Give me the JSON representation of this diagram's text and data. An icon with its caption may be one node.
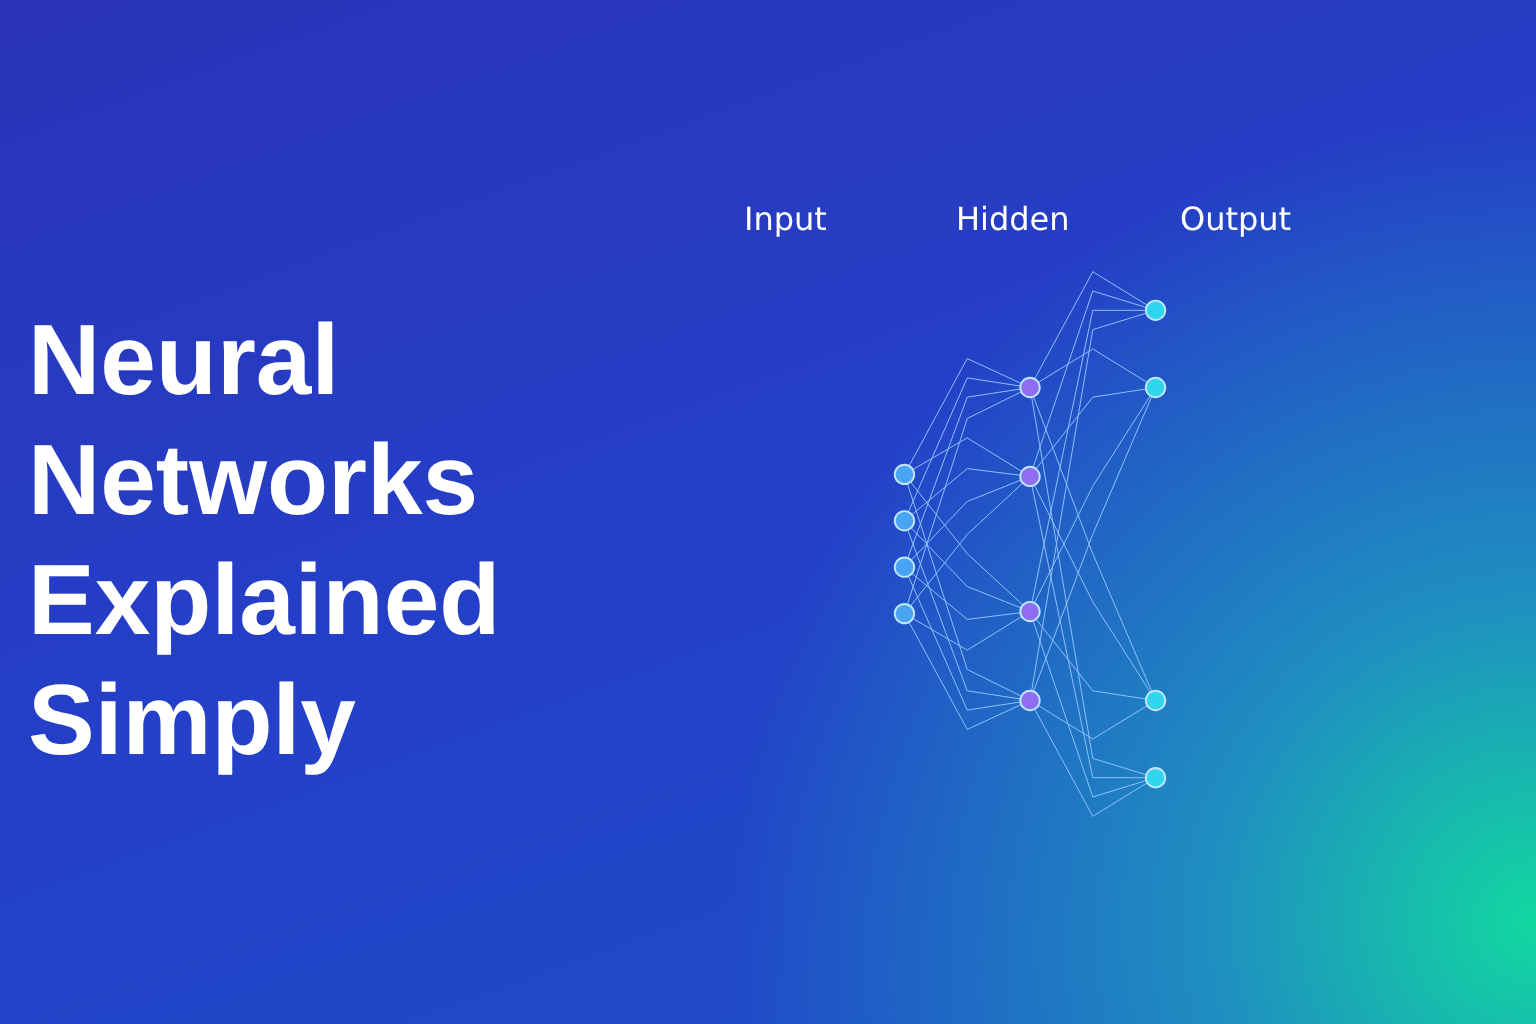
{
  "diagram": {
    "title": "Neural Networks Explained Simply",
    "nodes": [
      {
        "text": [],
        "shape": "circle"
      },
      {
        "text": [],
        "shape": "circle"
      },
      {
        "text": [],
        "shape": "circle"
      },
      {
        "text": [],
        "shape": "circle"
      },
      {
        "text": [],
        "shape": "circle"
      },
      {
        "text": [],
        "shape": "circle"
      },
      {
        "text": [],
        "shape": "circle"
      },
      {
        "text": [],
        "shape": "circle"
      },
      {
        "text": [],
        "shape": "circle"
      },
      {
        "text": [],
        "shape": "circle"
      },
      {
        "text": [],
        "shape": "circle"
      },
      {
        "text": [],
        "shape": "circle"
      }
    ],
    "edges": [
      {
        "from": 0,
        "to": 4,
        "arrow": "none"
      },
      {
        "from": 0,
        "to": 5,
        "arrow": "none"
      },
      {
        "from": 0,
        "to": 6,
        "arrow": "none"
      },
      {
        "from": 0,
        "to": 7,
        "arrow": "none"
      },
      {
        "from": 1,
        "to": 4,
        "arrow": "none"
      },
      {
        "from": 1,
        "to": 5,
        "arrow": "none"
      },
      {
        "from": 1,
        "to": 6,
        "arrow": "none"
      },
      {
        "from": 1,
        "to": 7,
        "arrow": "none"
      },
      {
        "from": 2,
        "to": 4,
        "arrow": "none"
      },
      {
        "from": 2,
        "to": 5,
        "arrow": "none"
      },
      {
        "from": 2,
        "to": 6,
        "arrow": "none"
      },
      {
        "from": 2,
        "to": 7,
        "arrow": "none"
      },
      {
        "from": 3,
        "to": 4,
        "arrow": "none"
      },
      {
        "from": 3,
        "to": 5,
        "arrow": "none"
      },
      {
        "from": 3,
        "to": 6,
        "arrow": "none"
      },
      {
        "from": 3,
        "to": 7,
        "arrow": "none"
      },
      {
        "from": 4,
        "to": 8,
        "arrow": "none"
      },
      {
        "from": 4,
        "to": 9,
        "arrow": "none"
      },
      {
        "from": 4,
        "to": 10,
        "arrow": "none"
      },
      {
        "from": 4,
        "to": 11,
        "arrow": "none"
      },
      {
        "from": 5,
        "to": 8,
        "arrow": "none"
      },
      {
        "from": 5,
        "to": 9,
        "arrow": "none"
      },
      {
        "from": 5,
        "to": 10,
        "arrow": "none"
      },
      {
        "from": 5,
        "to": 11,
        "arrow": "none"
      },
      {
        "from": 6,
        "to": 8,
        "arrow": "none"
      },
      {
        "from": 6,
        "to": 9,
        "arrow": "none"
      },
      {
        "from": 6,
        "to": 10,
        "arrow": "none"
      },
      {
        "from": 6,
        "to": 11,
        "arrow": "none"
      },
      {
        "from": 7,
        "to": 8,
        "arrow": "none"
      },
      {
        "from": 7,
        "to": 9,
        "arrow": "none"
      },
      {
        "from": 7,
        "to": 10,
        "arrow": "none"
      },
      {
        "from": 7,
        "to": 11,
        "arrow": "none"
      }
    ],
    "labels": [
      "Input",
      "Hidden",
      "Output"
    ]
  }
}
